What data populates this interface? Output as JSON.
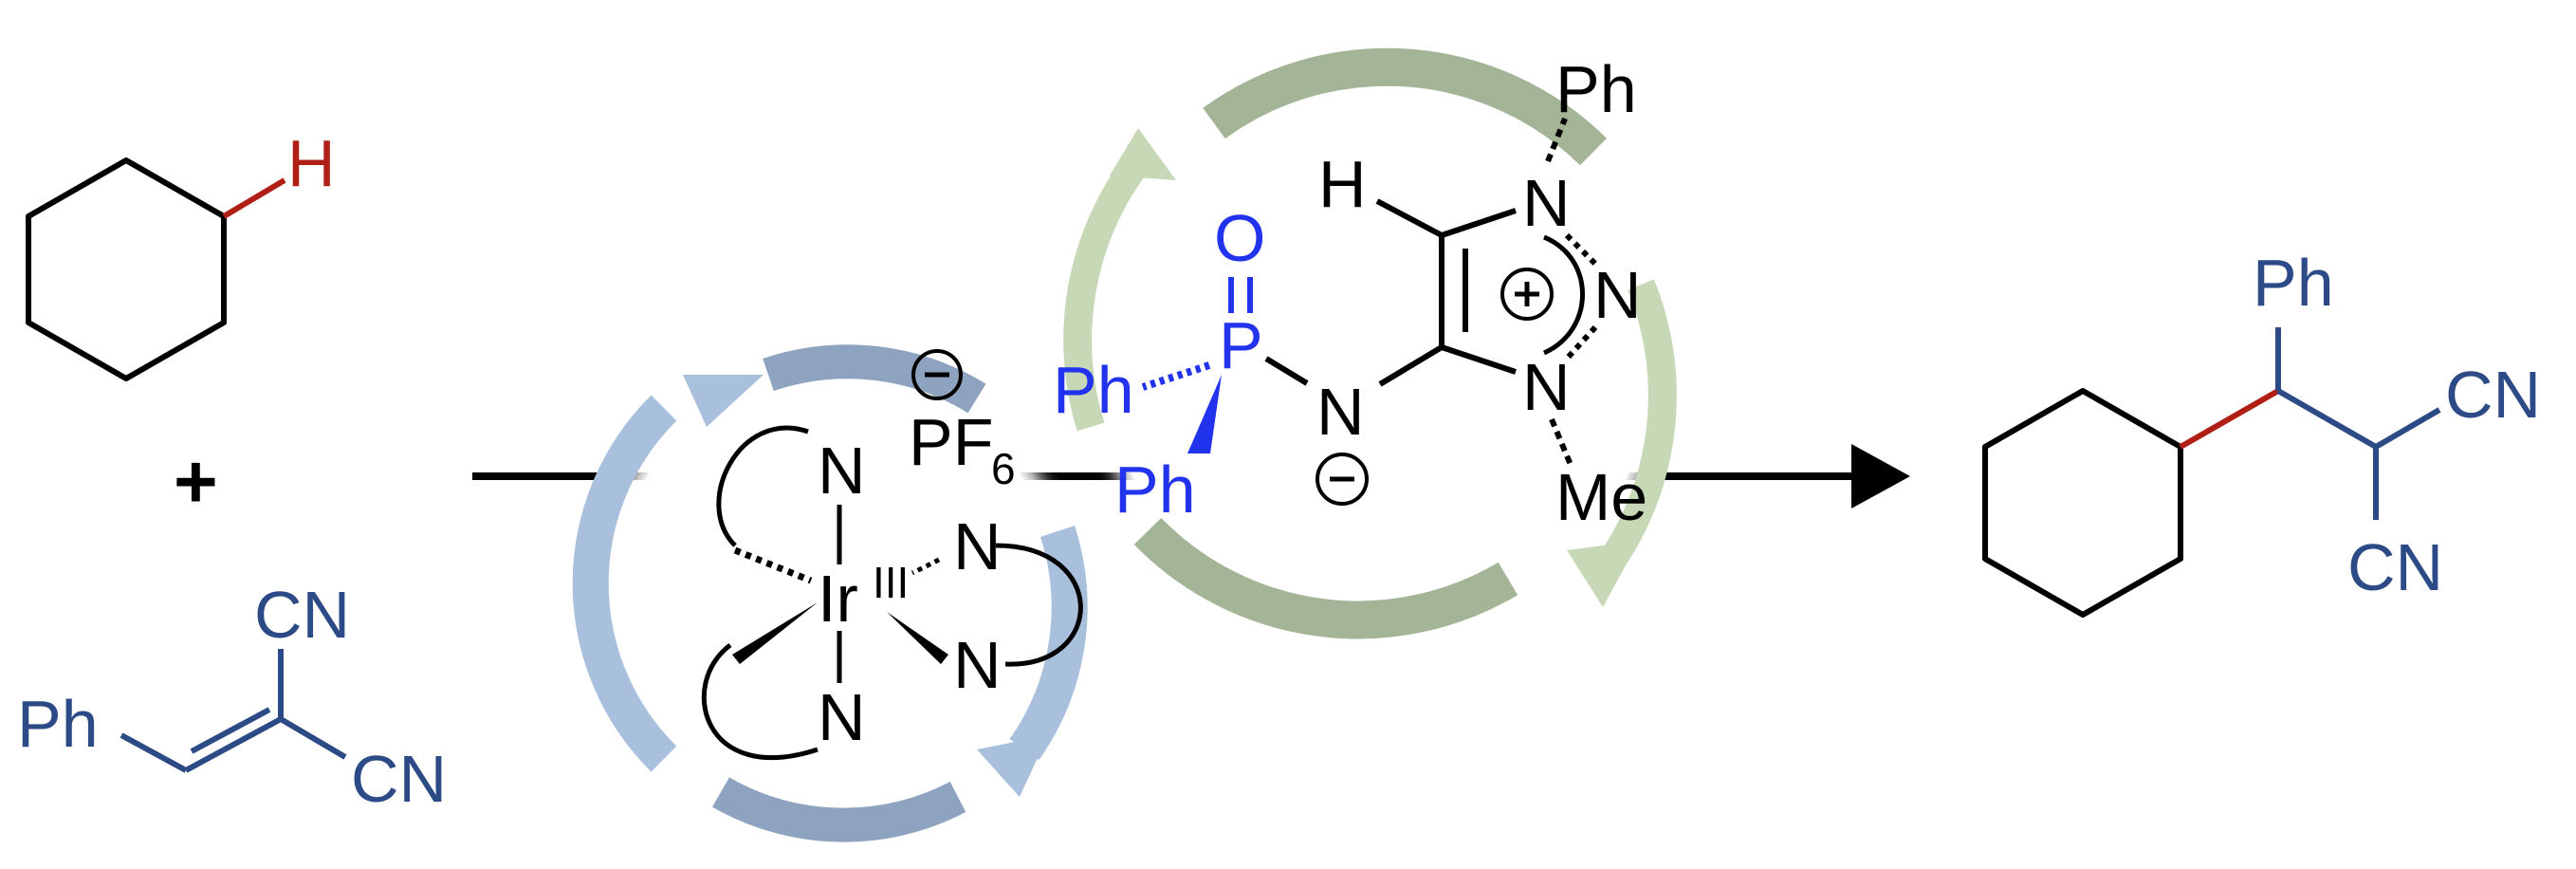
{
  "colors": {
    "bond": "#000000",
    "reagent_blue": "#2c4a86",
    "phosphorus_blue": "#2233ee",
    "cleaved_bond_red": "#b01f16",
    "photocatalyst_cycle_blue": "#9fb8d8",
    "organocatalyst_cycle_green": "#c7d8b6"
  },
  "reactant_alkane": {
    "h_label": "H"
  },
  "plus_sign": "+",
  "reactant_alkene": {
    "ph_label": "Ph",
    "cn_top": "CN",
    "cn_bottom": "CN"
  },
  "photocatalyst": {
    "metal": "Ir",
    "oxidation_state": "III",
    "ligand_n_labels": [
      "N",
      "N",
      "N",
      "N"
    ],
    "counterion_main": "PF",
    "counterion_subscript": "6",
    "counterion_charge": "−"
  },
  "organocatalyst": {
    "p_label": "P",
    "o_label": "O",
    "ph_left": "Ph",
    "ph_bottom": "Ph",
    "amide_n": "N",
    "amide_charge": "−",
    "h_label": "H",
    "ring_n1": "N",
    "ring_n2": "N",
    "ring_n3": "N",
    "ring_charge": "+",
    "n_phenyl": "Ph",
    "n_methyl": "Me"
  },
  "product": {
    "ph_label": "Ph",
    "cn_top": "CN",
    "cn_bottom": "CN"
  }
}
